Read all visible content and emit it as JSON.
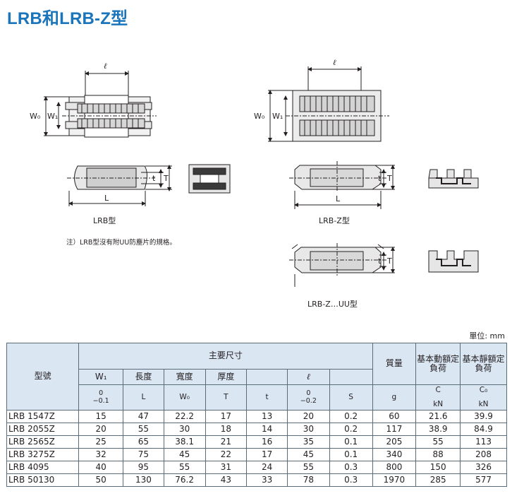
{
  "title": "LRB和LRB-Z型",
  "drawings": {
    "dim_l": "ℓ",
    "dim_W0": "W₀",
    "dim_W1": "W₁",
    "dim_L": "L",
    "dim_t": "t",
    "dim_T": "T"
  },
  "captions": {
    "lrb": "LRB型",
    "lrbz": "LRB-Z型",
    "lrbzuu": "LRB-Z…UU型"
  },
  "note": "注）LRB型沒有附UU防塵片的規格。",
  "unit": "單位: mm",
  "table": {
    "headers": {
      "model": "型號",
      "main_dims": "主要尺寸",
      "mass": "質量",
      "dynamic": "基本動額定負荷",
      "static": "基本靜額定負荷"
    },
    "sub_headers": [
      {
        "top": "W₁",
        "mid": "0",
        "bot": "−0.1"
      },
      {
        "top": "長度",
        "mid": "L",
        "bot": ""
      },
      {
        "top": "寬度",
        "mid": "W₀",
        "bot": ""
      },
      {
        "top": "厚度",
        "mid": "T",
        "bot": ""
      },
      {
        "top": "",
        "mid": "t",
        "bot": ""
      },
      {
        "top": "ℓ",
        "mid": "0",
        "bot": "−0.2"
      },
      {
        "top": "",
        "mid": "S",
        "bot": ""
      }
    ],
    "unit_row": {
      "mass": "g",
      "dynamic_symbol": "C",
      "dynamic_unit": "kN",
      "static_symbol": "C₀",
      "static_unit": "kN"
    },
    "rows": [
      [
        "LRB 1547Z",
        "15",
        "47",
        "22.2",
        "17",
        "13",
        "20",
        "0.2",
        "60",
        "21.6",
        "39.9"
      ],
      [
        "LRB 2055Z",
        "20",
        "55",
        "30",
        "18",
        "14",
        "30",
        "0.2",
        "117",
        "38.9",
        "84.9"
      ],
      [
        "LRB 2565Z",
        "25",
        "65",
        "38.1",
        "21",
        "16",
        "35",
        "0.1",
        "205",
        "55",
        "113"
      ],
      [
        "LRB 3275Z",
        "32",
        "75",
        "45",
        "22",
        "17",
        "45",
        "0.1",
        "340",
        "88",
        "208"
      ],
      [
        "LRB 4095",
        "40",
        "95",
        "55",
        "31",
        "24",
        "55",
        "0.3",
        "800",
        "150",
        "326"
      ],
      [
        "LRB 50130",
        "50",
        "130",
        "76.2",
        "43",
        "33",
        "78",
        "0.3",
        "1970",
        "285",
        "577"
      ]
    ]
  }
}
